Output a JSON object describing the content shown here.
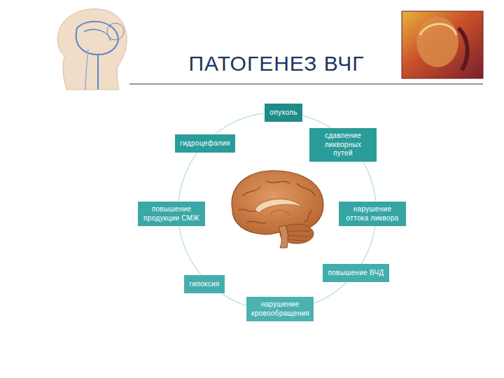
{
  "diagram": {
    "title": "ПАТОГЕНЕЗ ВЧГ",
    "nodes": [
      {
        "text": [
          "опухоль"
        ]
      },
      {
        "text": [
          "сдавление ликворных путей"
        ]
      },
      {
        "text": [
          "нарушение оттока ликвора"
        ]
      },
      {
        "text": [
          "повышение ВЧД"
        ]
      },
      {
        "text": [
          "нарушение кровообращения"
        ]
      },
      {
        "text": [
          "гипоксия"
        ]
      },
      {
        "text": [
          "повышение продукции СМЖ"
        ]
      },
      {
        "text": [
          "гидроцефалия"
        ]
      }
    ],
    "edges": [
      {
        "from": 0,
        "to": 1,
        "arrow": "none"
      },
      {
        "from": 1,
        "to": 2,
        "arrow": "none"
      },
      {
        "from": 2,
        "to": 3,
        "arrow": "none"
      },
      {
        "from": 3,
        "to": 4,
        "arrow": "none"
      },
      {
        "from": 4,
        "to": 5,
        "arrow": "none"
      },
      {
        "from": 5,
        "to": 6,
        "arrow": "none"
      },
      {
        "from": 6,
        "to": 7,
        "arrow": "none"
      },
      {
        "from": 7,
        "to": 0,
        "arrow": "none"
      }
    ]
  }
}
